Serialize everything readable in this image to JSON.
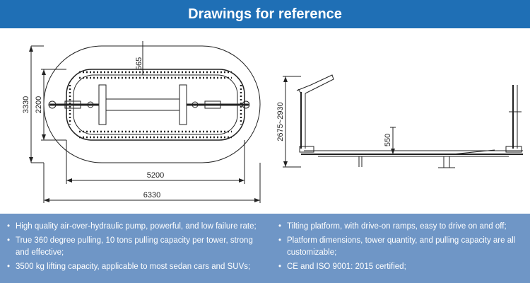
{
  "banner": {
    "title": "Drawings for reference"
  },
  "drawing": {
    "top_view": {
      "dim_565": "565",
      "dim_3330": "3330",
      "dim_2200": "2200",
      "dim_5200": "5200",
      "dim_6330": "6330"
    },
    "side_view": {
      "dim_height": "2675~2930",
      "dim_550": "550"
    }
  },
  "features": {
    "left": [
      "High quality air-over-hydraulic pump, powerful, and low failure rate;",
      "True 360 degree pulling, 10 tons pulling capacity per tower, strong and effective;",
      "3500 kg lifting capacity, applicable to most sedan cars and SUVs;"
    ],
    "right": [
      "Tilting platform, with drive-on ramps, easy to drive on and off;",
      "Platform dimensions, tower quantity, and pulling capacity are all customizable;",
      "CE and ISO 9001: 2015 certified;"
    ],
    "bullet": "•"
  },
  "colors": {
    "banner": "#1f6fb5",
    "feature_panel": "#6f96c6",
    "text_light": "#ffffff",
    "line": "#222222"
  }
}
